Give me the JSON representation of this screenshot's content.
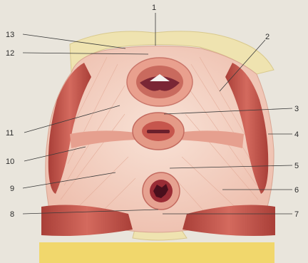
{
  "labels": [
    "1",
    "2",
    "3",
    "4",
    "5",
    "6",
    "7",
    "8",
    "9",
    "10",
    "11",
    "12",
    "13"
  ],
  "colors": {
    "background": "#e9e5dc",
    "bone": "#efe3b0",
    "muscle": "#c9564e",
    "muscle_dark": "#9c3a35",
    "fascia": "#f2cfc0",
    "fascia_light": "#f7dfd3",
    "lumen": "#7a2635"
  }
}
